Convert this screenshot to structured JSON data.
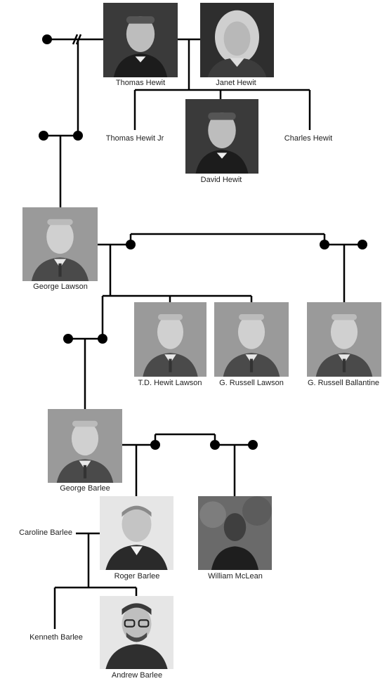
{
  "people": {
    "thomas_hewit": "Thomas Hewit",
    "janet_hewit": "Janet Hewit",
    "thomas_hewit_jr": "Thomas Hewit Jr",
    "charles_hewit": "Charles Hewit",
    "david_hewit": "David Hewit",
    "george_lawson": "George Lawson",
    "td_hewit_lawson": "T.D. Hewit Lawson",
    "g_russell_lawson": "G. Russell Lawson",
    "g_russell_ballantine": "G. Russell Ballantine",
    "george_barlee": "George Barlee",
    "caroline_barlee": "Caroline Barlee",
    "roger_barlee": "Roger Barlee",
    "william_mclean": "William McLean",
    "kenneth_barlee": "Kenneth Barlee",
    "andrew_barlee": "Andrew Barlee"
  },
  "colors": {
    "line": "#000000",
    "node": "#000000",
    "photo_dark": "#3a3a3a",
    "photo_mid": "#7a7a7a",
    "photo_light": "#d8d8d8"
  }
}
